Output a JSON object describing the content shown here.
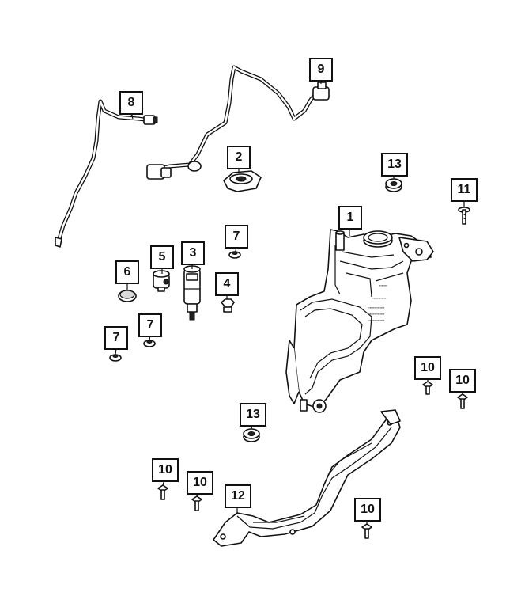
{
  "callouts": [
    {
      "id": "c1",
      "label": "1"
    },
    {
      "id": "c2",
      "label": "2"
    },
    {
      "id": "c3",
      "label": "3"
    },
    {
      "id": "c4",
      "label": "4"
    },
    {
      "id": "c5",
      "label": "5"
    },
    {
      "id": "c6",
      "label": "6"
    },
    {
      "id": "c7a",
      "label": "7"
    },
    {
      "id": "c7b",
      "label": "7"
    },
    {
      "id": "c7c",
      "label": "7"
    },
    {
      "id": "c8",
      "label": "8"
    },
    {
      "id": "c9",
      "label": "9"
    },
    {
      "id": "c10a",
      "label": "10"
    },
    {
      "id": "c10b",
      "label": "10"
    },
    {
      "id": "c10c",
      "label": "10"
    },
    {
      "id": "c10d",
      "label": "10"
    },
    {
      "id": "c10e",
      "label": "10"
    },
    {
      "id": "c11",
      "label": "11"
    },
    {
      "id": "c12",
      "label": "12"
    },
    {
      "id": "c13a",
      "label": "13"
    },
    {
      "id": "c13b",
      "label": "13"
    }
  ]
}
